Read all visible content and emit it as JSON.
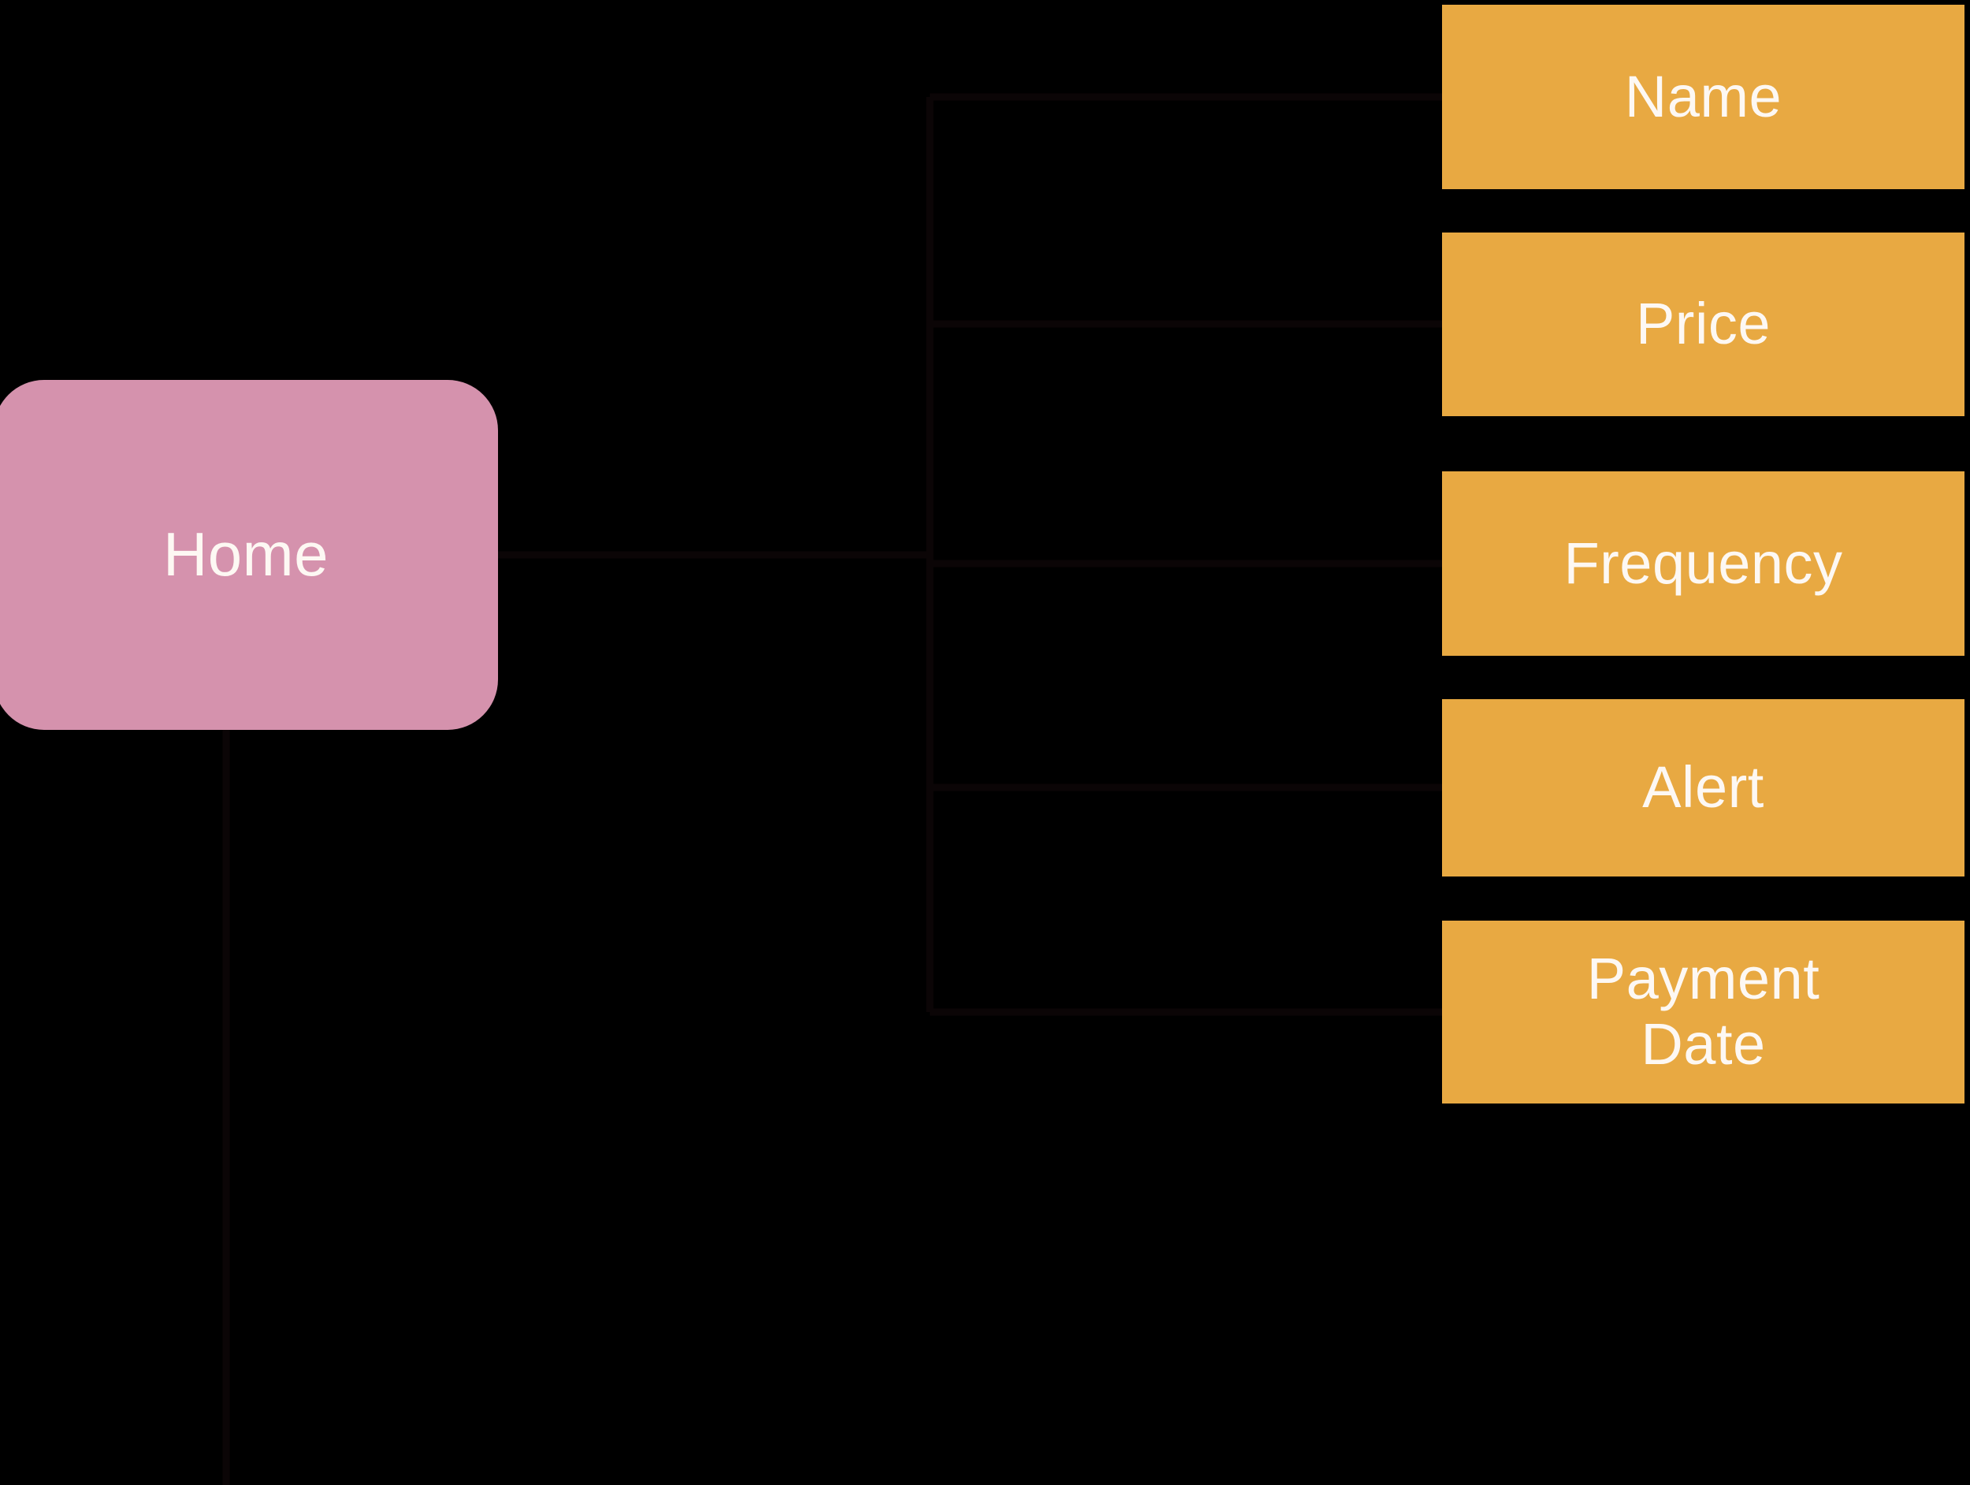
{
  "diagram": {
    "background_color": "#000000",
    "root": {
      "label": "Home",
      "fill_color": "#d592ad",
      "text_color": "#fdf8f3"
    },
    "leaf_fill_color": "#e8a942",
    "leaf_text_color": "#fdf8f3",
    "connector_color": "#0a0505",
    "leaves": [
      {
        "label": "Name"
      },
      {
        "label": "Price"
      },
      {
        "label": "Frequency"
      },
      {
        "label": "Alert"
      },
      {
        "label": "Payment\nDate"
      }
    ]
  }
}
